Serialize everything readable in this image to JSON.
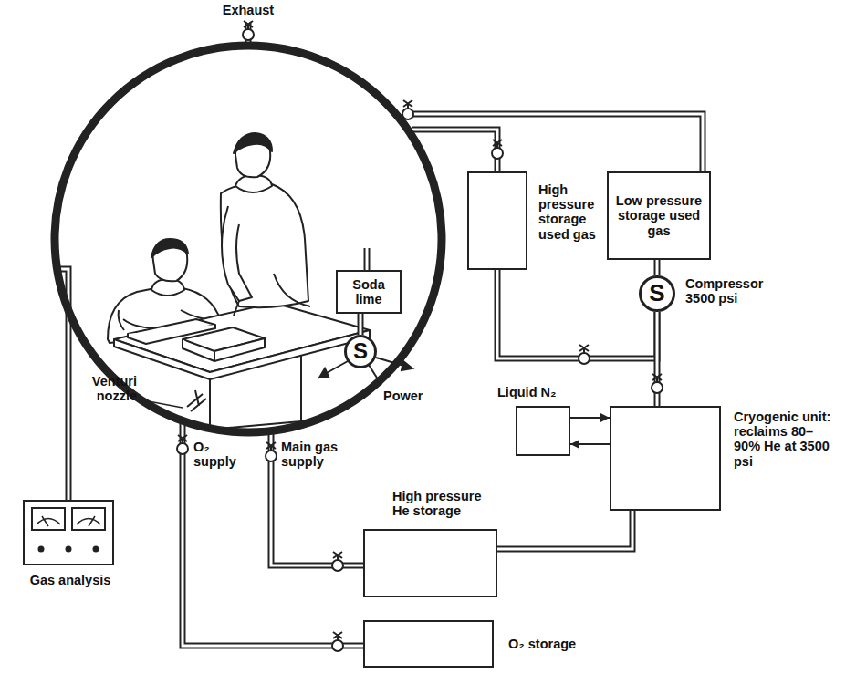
{
  "diagram": {
    "nodes": [
      {
        "text": [
          "High pressure storage used gas"
        ]
      },
      {
        "text": [
          "Low pressure storage used gas"
        ]
      },
      {
        "text": [
          "Soda lime"
        ]
      },
      {
        "text": [
          "S"
        ]
      },
      {
        "text": [
          "S",
          "Compressor 3500 psi"
        ]
      },
      {
        "text": [
          "Liquid N₂"
        ]
      },
      {
        "text": [
          "Cryogenic unit: reclaims 80–90% He at 3500 psi"
        ]
      },
      {
        "text": [
          "High pressure He storage"
        ]
      },
      {
        "text": [
          "Gas analysis"
        ]
      },
      {
        "text": [
          "O₂ storage"
        ]
      }
    ],
    "edges": [
      {
        "from": 1,
        "to": 4,
        "arrow": "none"
      },
      {
        "from": 4,
        "to": 0,
        "arrow": "none"
      },
      {
        "from": 4,
        "to": 6,
        "arrow": "none"
      },
      {
        "from": 2,
        "to": 3,
        "arrow": "none"
      },
      {
        "from": 5,
        "to": 6,
        "arrow": "to"
      },
      {
        "from": 6,
        "to": 5,
        "arrow": "to"
      },
      {
        "from": 6,
        "to": 7,
        "arrow": "none"
      }
    ],
    "labels": [
      "Exhaust",
      "Venturi nozzle",
      "O₂ supply",
      "Main gas supply",
      "Power"
    ]
  }
}
